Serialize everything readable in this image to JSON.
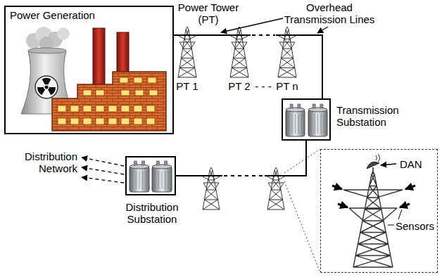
{
  "diagram": {
    "nodes": [
      {
        "text": [
          "Power Generation"
        ]
      },
      {
        "text": [
          "Transmission Substation"
        ]
      },
      {
        "text": [
          "Distribution Substation"
        ]
      },
      {
        "text": [
          "DAN",
          "Sensors"
        ]
      }
    ],
    "edges": [
      {
        "from": 0,
        "to": 1,
        "arrow": "none"
      },
      {
        "from": 1,
        "to": 2,
        "arrow": "none"
      }
    ],
    "labels": [
      "Power Tower (PT)",
      "Overhead Transmission Lines",
      "PT 1",
      "PT 2",
      "- - -",
      "PT n",
      "Distribution Network"
    ]
  }
}
